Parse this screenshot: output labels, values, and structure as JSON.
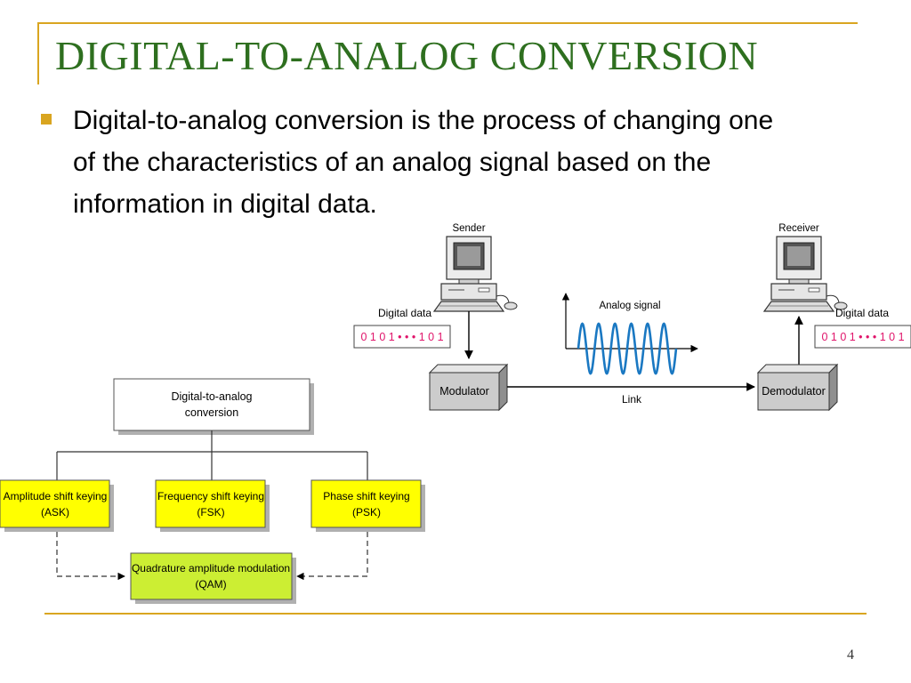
{
  "slide": {
    "title": "DIGITAL-TO-ANALOG CONVERSION",
    "bullet": "Digital-to-analog conversion is the process of changing one of the characteristics of an analog signal based on the information in digital data.",
    "page_number": "4"
  },
  "transmission": {
    "sender_label": "Sender",
    "receiver_label": "Receiver",
    "digital_data_label_left": "Digital data",
    "digital_data_label_right": "Digital data",
    "bits_left": "0 1 0 1 • • • 1 0 1",
    "bits_right": "0 1 0 1 • • • 1 0 1",
    "analog_signal_label": "Analog signal",
    "modulator_label": "Modulator",
    "demodulator_label": "Demodulator",
    "link_label": "Link"
  },
  "taxonomy": {
    "root_line1": "Digital-to-analog",
    "root_line2": "conversion",
    "ask_line1": "Amplitude shift keying",
    "ask_line2": "(ASK)",
    "fsk_line1": "Frequency shift keying",
    "fsk_line2": "(FSK)",
    "psk_line1": "Phase shift keying",
    "psk_line2": "(PSK)",
    "qam_line1": "Quadrature amplitude modulation",
    "qam_line2": "(QAM)"
  },
  "colors": {
    "title": "#2e6f1f",
    "rule": "#d9a520",
    "keying_box": "#ffff00",
    "qam_box": "#ccee33",
    "bits": "#e0156b",
    "wave": "#1a78c2"
  }
}
